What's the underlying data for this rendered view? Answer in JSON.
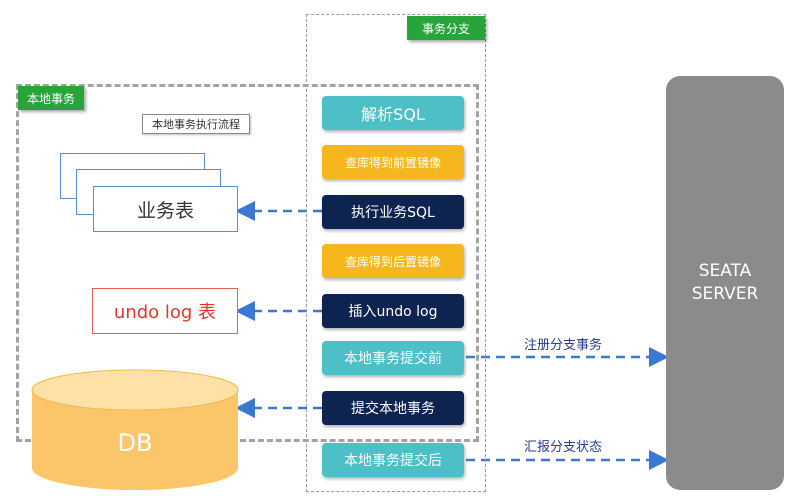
{
  "branch_tag": "事务分支",
  "local_tx_tag": "本地事务",
  "local_flow_title": "本地事务执行流程",
  "business_table": "业务表",
  "undo_log_table": "undo log 表",
  "db": "DB",
  "steps": [
    {
      "label": "解析SQL",
      "color": "teal"
    },
    {
      "label": "查库得到前置镜像",
      "color": "yellow"
    },
    {
      "label": "执行业务SQL",
      "color": "navy"
    },
    {
      "label": "查库得到后置镜像",
      "color": "yellow"
    },
    {
      "label": "插入undo log",
      "color": "navy"
    },
    {
      "label": "本地事务提交前",
      "color": "teal"
    },
    {
      "label": "提交本地事务",
      "color": "navy"
    },
    {
      "label": "本地事务提交后",
      "color": "teal"
    }
  ],
  "arrows": {
    "register_branch": "注册分支事务",
    "report_status": "汇报分支状态"
  },
  "server": {
    "line1": "SEATA",
    "line2": "SERVER"
  }
}
